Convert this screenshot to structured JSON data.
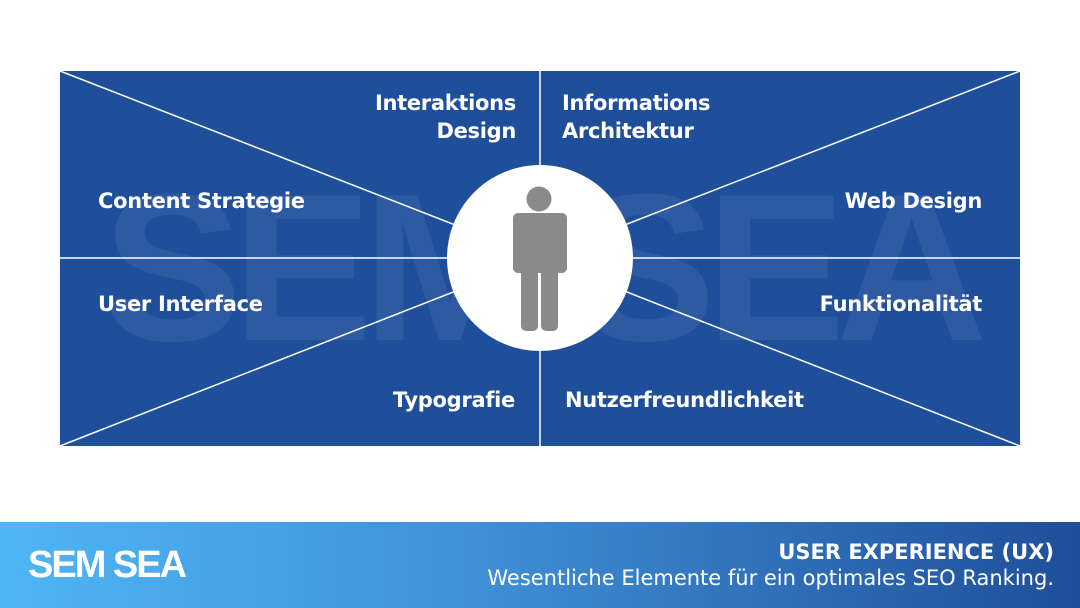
{
  "diagram": {
    "center_icon": "person-icon",
    "watermark": "SEM SEA",
    "labels": {
      "interaktion": [
        "Interaktions",
        "Design"
      ],
      "information": [
        "Informations",
        "Architektur"
      ],
      "content": "Content Strategie",
      "web_design": "Web Design",
      "user_interface": "User Interface",
      "funktionalitaet": "Funktionalität",
      "typografie": "Typografie",
      "nutzer": "Nutzerfreundlichkeit"
    },
    "colors": {
      "panel": "#1f4e9a",
      "person": "#8a8a8a"
    }
  },
  "footer": {
    "logo": "SEM SEA",
    "title": "USER EXPERIENCE (UX)",
    "subtitle": "Wesentliche Elemente für ein optimales SEO Ranking."
  }
}
